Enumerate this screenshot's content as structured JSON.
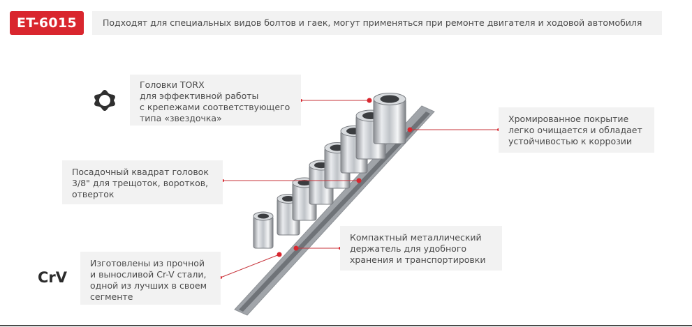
{
  "badge": {
    "label": "ET-6015"
  },
  "headline": {
    "text": "Подходят для специальных видов болтов и гаек, могут применяться при ремонте двигателя и ходовой автомобиля"
  },
  "callouts": {
    "torx": [
      "Головки TORX",
      "для эффективной работы",
      "с крепежами соответствующего",
      "типа «звездочка»"
    ],
    "chrome": [
      "Хромированное покрытие",
      "легко очищается и обладает",
      "устойчивостью к коррозии"
    ],
    "square": [
      "Посадочный квадрат головок",
      "3/8\" для трещоток, воротков,",
      "отверток"
    ],
    "holder": [
      "Компактный металлический",
      "держатель для удобного",
      "хранения и транспортировки"
    ],
    "crv": [
      "Изготовлены из прочной",
      "и выносливой Cr-V стали,",
      "одной из лучших в своем",
      "сегменте"
    ]
  },
  "crv_label": "CrV",
  "icons": {
    "torx": "torx-star-icon"
  },
  "colors": {
    "accent": "#d9262e",
    "panel": "#f2f2f2",
    "text": "#4a4a4a"
  }
}
